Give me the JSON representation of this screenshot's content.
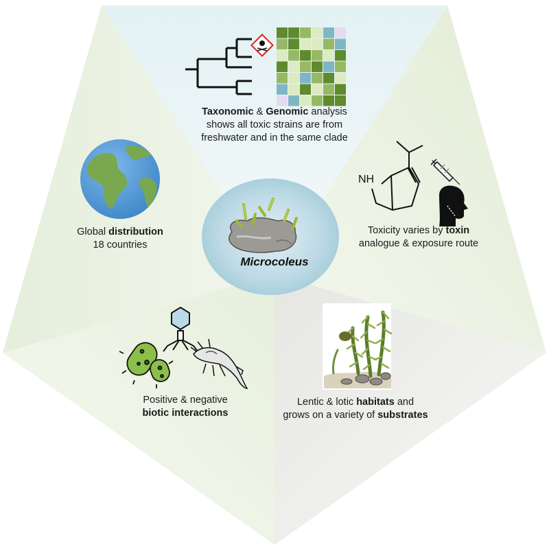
{
  "center": {
    "label": "Microcoleus",
    "icon": "microcoleus-on-rock-icon"
  },
  "sections": {
    "taxonomy": {
      "p1": "Taxonomic",
      "p2": " & ",
      "p3": "Genomic",
      "p4": " analysis",
      "line2": "shows all toxic strains are from",
      "line3": "freshwater and in the same clade",
      "icons": [
        "phylogenetic-tree-icon",
        "toxic-hazard-icon",
        "heatmap-grid-icon"
      ]
    },
    "toxicity": {
      "p1": "Toxicity varies by ",
      "p2": "toxin",
      "line2": "analogue & exposure route",
      "molecule_label": "NH",
      "icons": [
        "anatoxin-molecule-icon",
        "syringe-icon",
        "human-head-icon"
      ]
    },
    "habitat": {
      "p1": "Lentic & lotic ",
      "p2": "habitats",
      "p3": " and",
      "line2a": "grows on a variety of ",
      "line2b": "substrates",
      "icons": [
        "mat-on-substrate-icon"
      ]
    },
    "biotic": {
      "line1": "Positive & negative",
      "line2": "biotic interactions",
      "icons": [
        "bacteriophage-icon",
        "bacteria-icon",
        "insect-larva-icon"
      ]
    },
    "distribution": {
      "p1": "Global ",
      "p2": "distribution",
      "line2": "18 countries",
      "icons": [
        "globe-icon"
      ]
    }
  },
  "colors": {
    "top_sector": "#eaf4f5",
    "right_sector": "#eaf1e2",
    "bottom_right_sector": "#eeeeec",
    "bottom_left_sector": "#edf3e7",
    "left_sector": "#e7f0df",
    "center_circle": "#bdd9e4",
    "heatmap_dark": "#5f8a2e",
    "heatmap_mid": "#97b965",
    "heatmap_light": "#dcebc0",
    "heatmap_teal": "#7fb6c6",
    "heatmap_lilac": "#e4daf1"
  }
}
